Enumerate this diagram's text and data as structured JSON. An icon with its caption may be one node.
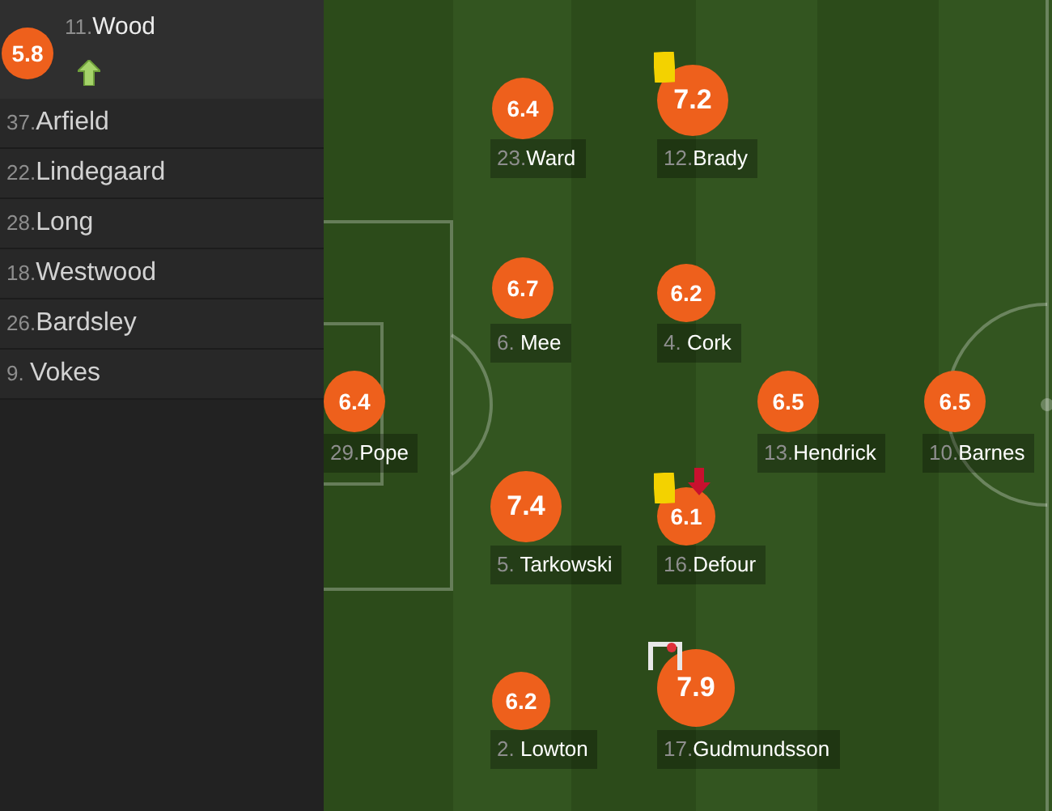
{
  "diagram": {
    "nodes": [
      {
        "text": [
          "5.8"
        ],
        "beside": [
          "11.Wood"
        ]
      },
      {
        "text": [
          "6.4"
        ],
        "beside": [
          "23.Ward"
        ]
      },
      {
        "text": [
          "7.2"
        ],
        "beside": [
          "12.Brady"
        ]
      },
      {
        "text": [
          "6.7"
        ],
        "beside": [
          "6. Mee"
        ]
      },
      {
        "text": [
          "6.2"
        ],
        "beside": [
          "4. Cork"
        ]
      },
      {
        "text": [
          "6.4"
        ],
        "beside": [
          "29.Pope"
        ]
      },
      {
        "text": [
          "6.5"
        ],
        "beside": [
          "13.Hendrick"
        ]
      },
      {
        "text": [
          "6.5"
        ],
        "beside": [
          "10.Barnes"
        ]
      },
      {
        "text": [
          "7.4"
        ],
        "beside": [
          "5. Tarkowski"
        ]
      },
      {
        "text": [
          "6.1"
        ],
        "beside": [
          "16.Defour"
        ]
      },
      {
        "text": [
          "6.2"
        ],
        "beside": [
          "2. Lowton"
        ]
      },
      {
        "text": [
          "7.9"
        ],
        "beside": [
          "17.Gudmundsson"
        ]
      }
    ],
    "labels": [
      "37.Arfield",
      "22.Lindegaard",
      "28.Long",
      "18.Westwood",
      "26.Bardsley",
      "9. Vokes"
    ]
  }
}
